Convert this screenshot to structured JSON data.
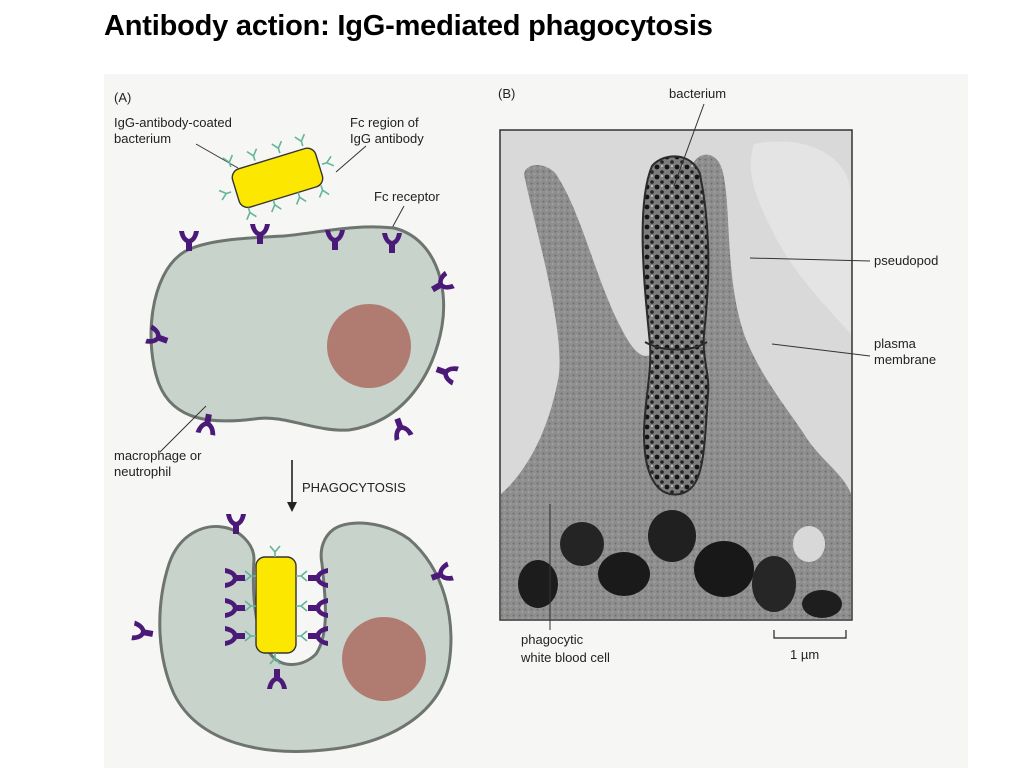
{
  "title": "Antibody action: IgG-mediated phagocytosis",
  "panel_a": {
    "letter": "(A)",
    "label_bacterium": [
      "IgG-antibody-coated",
      "bacterium"
    ],
    "label_fc_region": [
      "Fc region of",
      "IgG antibody"
    ],
    "label_fc_receptor": "Fc receptor",
    "label_cell": [
      "macrophage or",
      "neutrophil"
    ],
    "label_process": "PHAGOCYTOSIS"
  },
  "panel_b": {
    "letter": "(B)",
    "label_bacterium": "bacterium",
    "label_pseudopod": "pseudopod",
    "label_membrane": [
      "plasma",
      "membrane"
    ],
    "label_cell": [
      "phagocytic",
      "white blood cell"
    ],
    "scale_bar": "1 µm"
  },
  "colors": {
    "cell_fill": "#c7d3cb",
    "cell_stroke": "#6e746f",
    "nucleus": "#b07c72",
    "bacterium_fill": "#fbe700",
    "receptor": "#4b1a78",
    "antibody": "#62b59a"
  }
}
